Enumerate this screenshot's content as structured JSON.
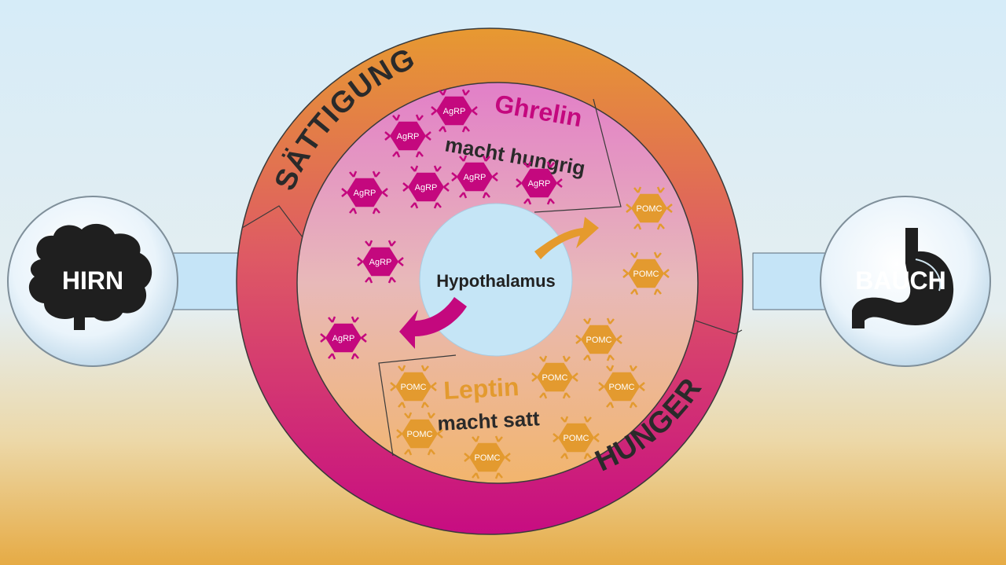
{
  "labels": {
    "left_node": "HIRN",
    "right_node": "BAUCH",
    "center": "Hypothalamus",
    "ring_top": "SÄTTIGUNG",
    "ring_bottom": "HUNGER",
    "ghrelin_title": "Ghrelin",
    "ghrelin_sub": "macht hungrig",
    "leptin_title": "Leptin",
    "leptin_sub": "macht satt"
  },
  "molecules": {
    "agrp": "AgRP",
    "pomc": "POMC"
  },
  "colors": {
    "magenta": "#c4087e",
    "orange": "#e39a2f",
    "center": "#c5e5f6",
    "bg_top": "#d6ecf8",
    "bg_bottom": "#e8b04d"
  },
  "icons": {
    "left": "brain-icon",
    "right": "stomach-icon"
  }
}
